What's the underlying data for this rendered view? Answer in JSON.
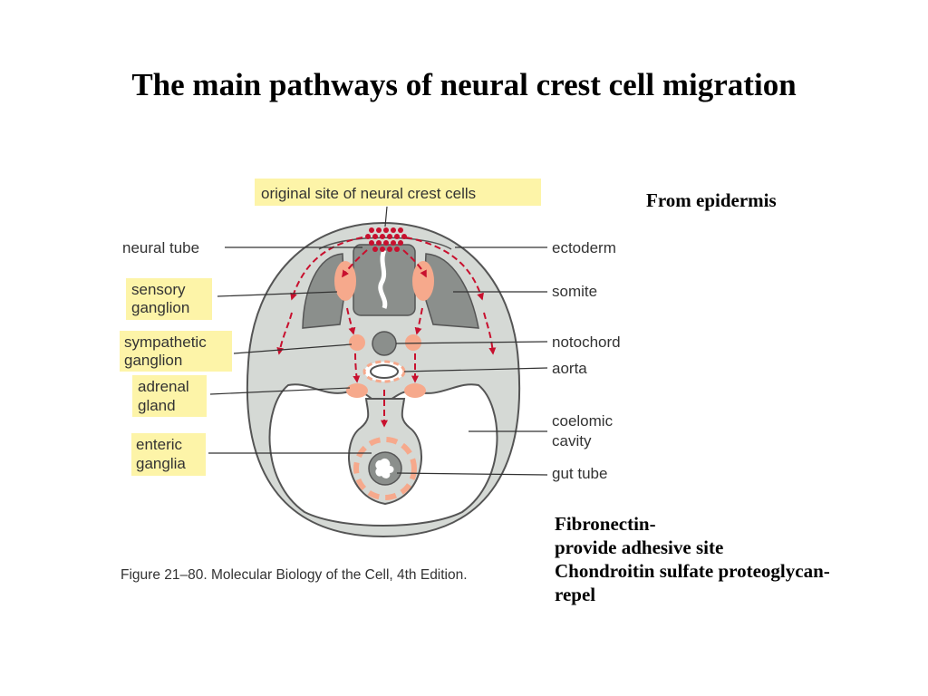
{
  "title": "The main pathways of neural crest cell migration",
  "side_notes": {
    "epidermis": "From epidermis",
    "lines": [
      "Fibronectin-",
      "provide adhesive site",
      "Chondroitin sulfate proteoglycan-",
      "repel"
    ]
  },
  "diagram": {
    "top_label": "original site of neural crest cells",
    "left_labels": {
      "neural_tube": "neural tube",
      "sensory_ganglion": [
        "sensory",
        "ganglion"
      ],
      "sympathetic_ganglion": [
        "sympathetic",
        "ganglion"
      ],
      "adrenal_gland": [
        "adrenal",
        "gland"
      ],
      "enteric_ganglia": [
        "enteric",
        "ganglia"
      ]
    },
    "right_labels": {
      "ectoderm": "ectoderm",
      "somite": "somite",
      "notochord": "notochord",
      "aorta": "aorta",
      "coelomic_cavity": [
        "coelomic",
        "cavity"
      ],
      "gut_tube": "gut tube"
    },
    "colors": {
      "highlight": "#fdf4a8",
      "tissue": "#d5d9d5",
      "dark_tissue": "#8b8f8c",
      "ganglion": "#f6a98c",
      "pathway": "#c8102e",
      "outline": "#555555"
    }
  },
  "caption": "Figure 21–80. Molecular Biology of the Cell, 4th Edition."
}
